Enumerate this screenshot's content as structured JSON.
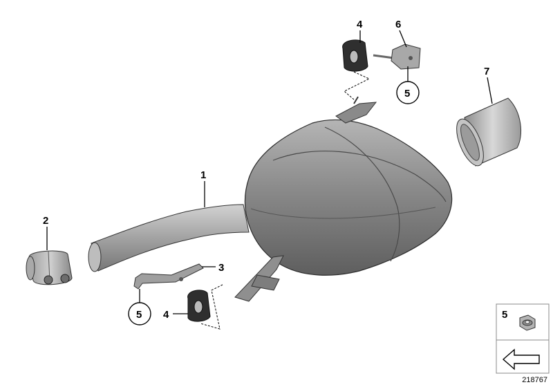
{
  "diagram": {
    "callouts": {
      "p1": "1",
      "p2": "2",
      "p3": "3",
      "p4_top": "4",
      "p4_bottom": "4",
      "p5_top": "5",
      "p5_bottom": "5",
      "p6": "6",
      "p7": "7"
    },
    "legend": {
      "item_label": "5"
    },
    "document_number": "218767",
    "colors": {
      "part_grey": "#9a9a9a",
      "outline": "#000000",
      "background": "#ffffff"
    }
  }
}
